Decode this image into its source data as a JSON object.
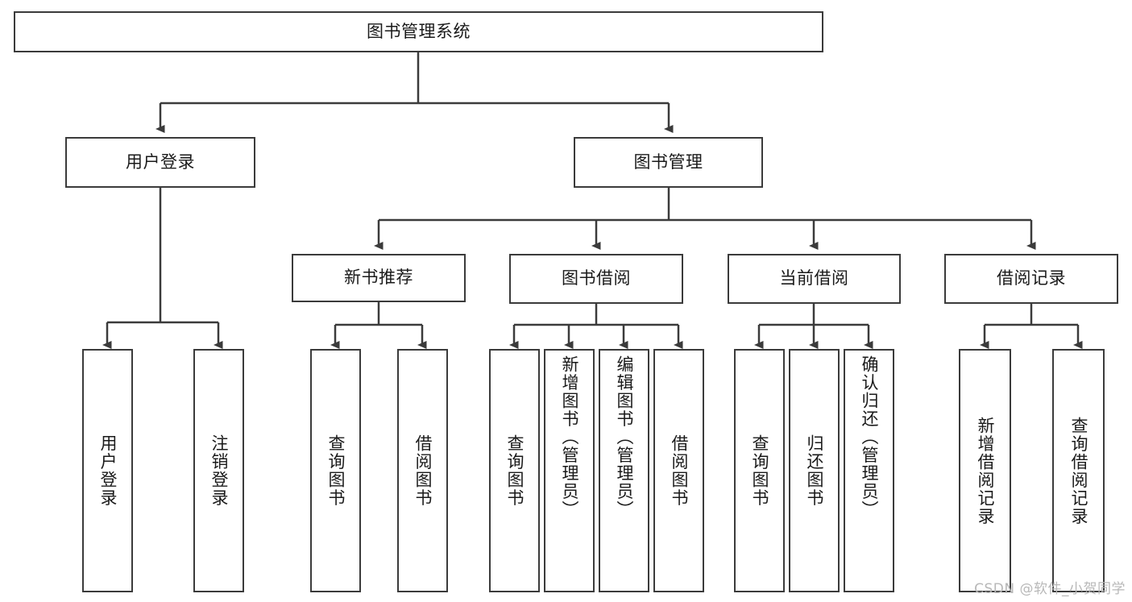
{
  "diagram": {
    "type": "tree-hierarchy-chart",
    "title_box": {
      "label": "图书管理系统"
    },
    "level2": [
      {
        "id": "user-login",
        "label": "用户登录"
      },
      {
        "id": "book-manage",
        "label": "图书管理"
      }
    ],
    "level3": [
      {
        "id": "new-book-recommend",
        "label": "新书推荐"
      },
      {
        "id": "book-borrow",
        "label": "图书借阅"
      },
      {
        "id": "current-borrow",
        "label": "当前借阅"
      },
      {
        "id": "borrow-record",
        "label": "借阅记录"
      }
    ],
    "leaves": {
      "user_login": [
        {
          "id": "leaf-user-login",
          "label": "用户登录"
        },
        {
          "id": "leaf-logout-login",
          "label": "注销登录"
        }
      ],
      "new_book_recommend": [
        {
          "id": "leaf-query-book-1",
          "label": "查询图书"
        },
        {
          "id": "leaf-borrow-book-1",
          "label": "借阅图书"
        }
      ],
      "book_borrow": [
        {
          "id": "leaf-query-book-2",
          "label": "查询图书"
        },
        {
          "id": "leaf-add-book-admin",
          "label": "新增图书（管理员）"
        },
        {
          "id": "leaf-edit-book-admin",
          "label": "编辑图书（管理员）"
        },
        {
          "id": "leaf-borrow-book-2",
          "label": "借阅图书"
        }
      ],
      "current_borrow": [
        {
          "id": "leaf-query-book-3",
          "label": "查询图书"
        },
        {
          "id": "leaf-return-book",
          "label": "归还图书"
        },
        {
          "id": "leaf-confirm-return-admin",
          "label": "确认归还（管理员）"
        }
      ],
      "borrow_record": [
        {
          "id": "leaf-add-borrow-record",
          "label": "新增借阅记录"
        },
        {
          "id": "leaf-query-borrow-record",
          "label": "查询借阅记录"
        }
      ]
    },
    "watermark": {
      "text": "CSDN @软件_小贺同学"
    },
    "colors": {
      "stroke": "#3b3b3b",
      "box_fill": "#ffffff",
      "text": "#1a1a1a",
      "watermark": "#b8b8b8",
      "background": "#ffffff"
    }
  }
}
